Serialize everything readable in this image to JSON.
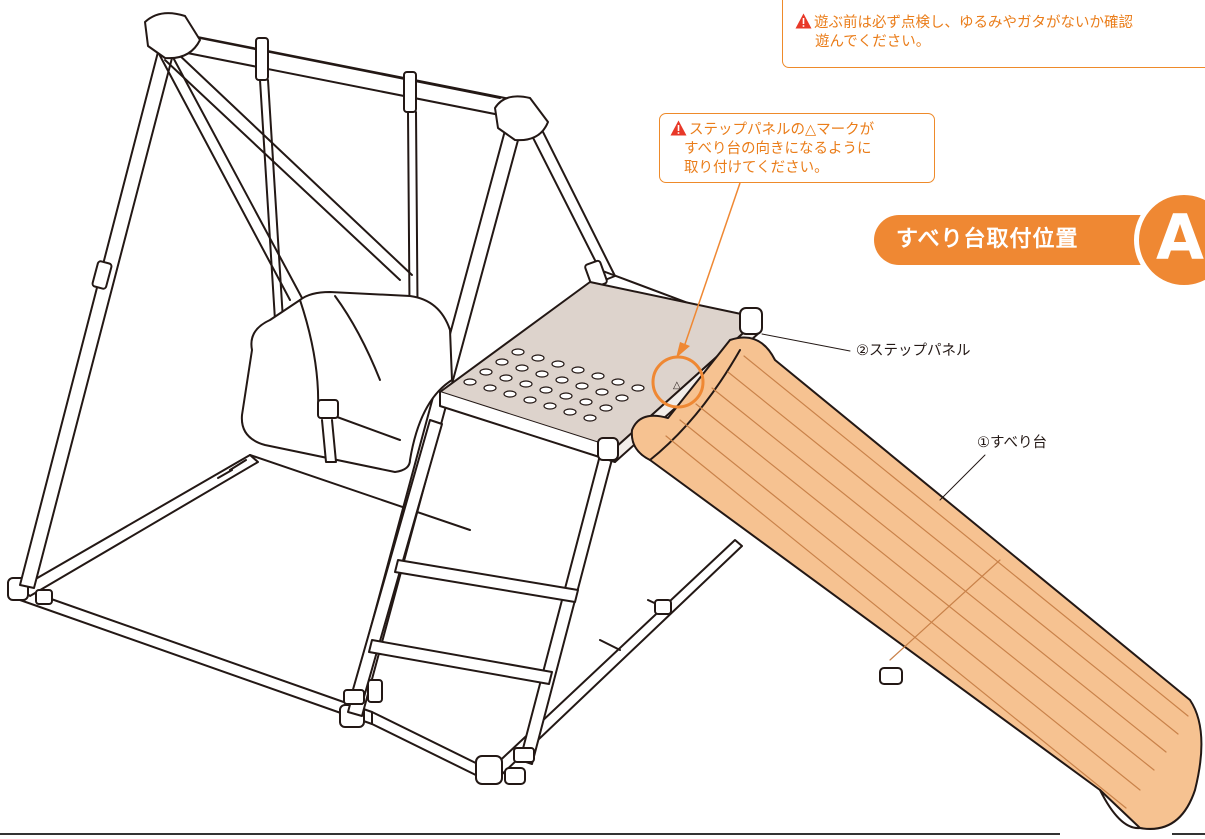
{
  "notes": {
    "safety_check": {
      "line1": "遊ぶ前は必ず点検し、ゆるみやガタがないか確認",
      "line2": "遊んでください。"
    },
    "panel_orientation": {
      "line1": "ステップパネルの△マークが",
      "line2": "すべり台の向きになるように",
      "line3": "取り付けてください。"
    }
  },
  "section": {
    "title": "すべり台取付位置",
    "letter": "A"
  },
  "parts": {
    "step_panel": "②ステップパネル",
    "slide": "①すべり台"
  },
  "colors": {
    "accent_orange": "#ef8833",
    "slide_fill": "#f6c291",
    "panel_fill": "#ddd3cc",
    "frame_line": "#231815"
  },
  "icons": {
    "warning": "warning-triangle-icon"
  }
}
